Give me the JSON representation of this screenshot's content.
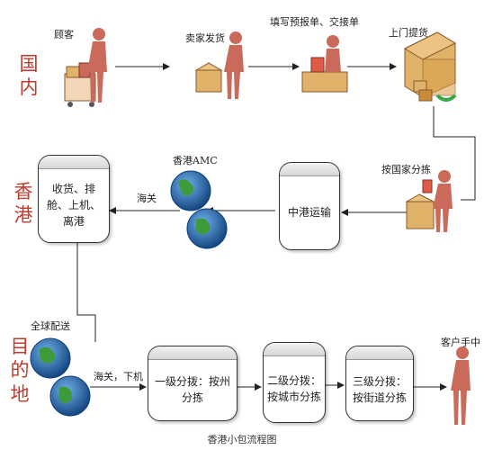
{
  "regions": {
    "domestic": "国内",
    "hongkong": "香港",
    "destination": "目的地"
  },
  "domestic": {
    "customer": "顾客",
    "seller_ship": "卖家发货",
    "fill_forms": "填写预报单、交接单",
    "pickup": "上门提货"
  },
  "hongkong": {
    "sort_by_country": "按国家分拣",
    "transport_box": "中港运输",
    "amc": "香港AMC",
    "customs": "海关",
    "receive_box": "收货、排舱、上机、离港"
  },
  "destination": {
    "global_delivery": "全球配送",
    "customs_unload": "海关，下机",
    "level1_box": "一级分拨：按州分拣",
    "level2_box": "二级分拨：按城市分拣",
    "level3_box": "三级分拨：按街道分拣",
    "customer_hand": "客户手中"
  },
  "caption": "香港小包流程图",
  "colors": {
    "region_text": "#c0392b",
    "person": "#c96a5a",
    "box_cardboard": "#e0b26a",
    "globe_ocean": "#1f5fa8",
    "globe_land": "#3e9b3a"
  }
}
